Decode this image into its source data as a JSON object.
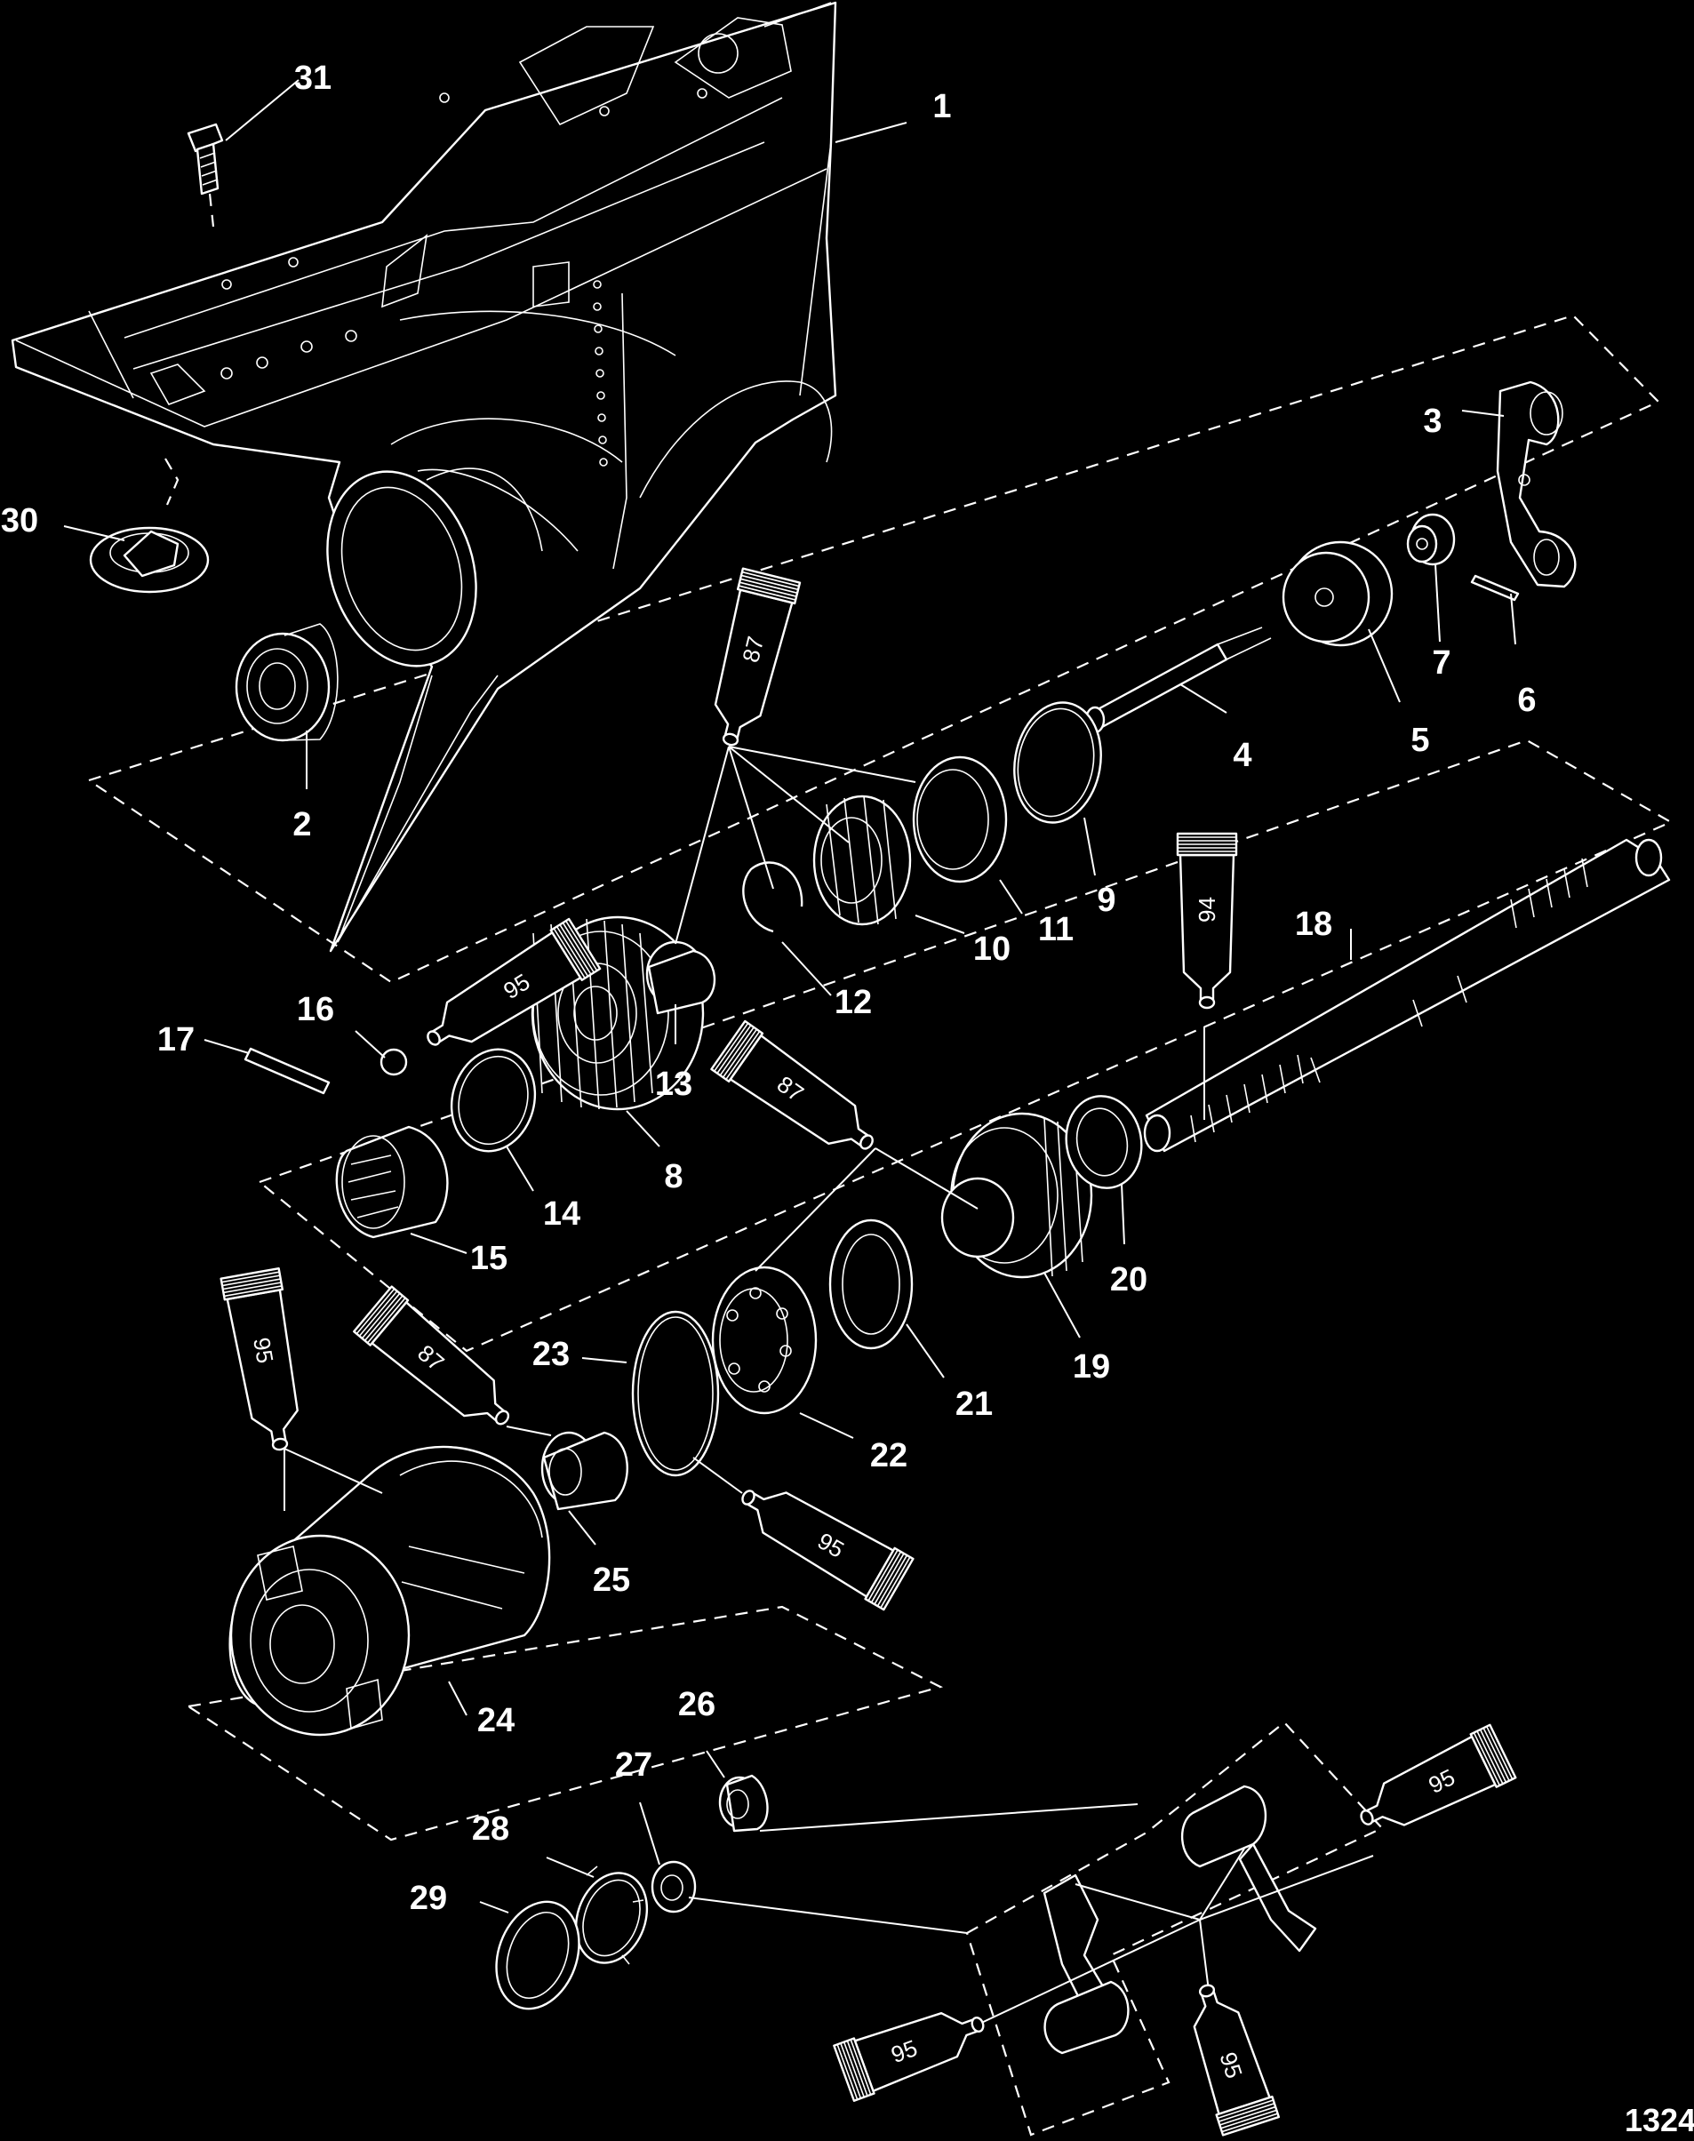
{
  "colors": {
    "background": "#000000",
    "lines": "#ffffff"
  },
  "callouts": [
    {
      "label": "1"
    },
    {
      "label": "2"
    },
    {
      "label": "3"
    },
    {
      "label": "4"
    },
    {
      "label": "5"
    },
    {
      "label": "6"
    },
    {
      "label": "7"
    },
    {
      "label": "8"
    },
    {
      "label": "9"
    },
    {
      "label": "10"
    },
    {
      "label": "11"
    },
    {
      "label": "12"
    },
    {
      "label": "13"
    },
    {
      "label": "14"
    },
    {
      "label": "15"
    },
    {
      "label": "16"
    },
    {
      "label": "17"
    },
    {
      "label": "18"
    },
    {
      "label": "19"
    },
    {
      "label": "20"
    },
    {
      "label": "21"
    },
    {
      "label": "22"
    },
    {
      "label": "23"
    },
    {
      "label": "24"
    },
    {
      "label": "25"
    },
    {
      "label": "26"
    },
    {
      "label": "27"
    },
    {
      "label": "28"
    },
    {
      "label": "29"
    },
    {
      "label": "30"
    },
    {
      "label": "31"
    }
  ],
  "tubes": [
    {
      "label": "87"
    },
    {
      "label": "95"
    },
    {
      "label": "94"
    },
    {
      "label": "87"
    },
    {
      "label": "95"
    },
    {
      "label": "87"
    },
    {
      "label": "95"
    },
    {
      "label": "95"
    },
    {
      "label": "95"
    },
    {
      "label": "95"
    }
  ],
  "figure_code": "1324"
}
